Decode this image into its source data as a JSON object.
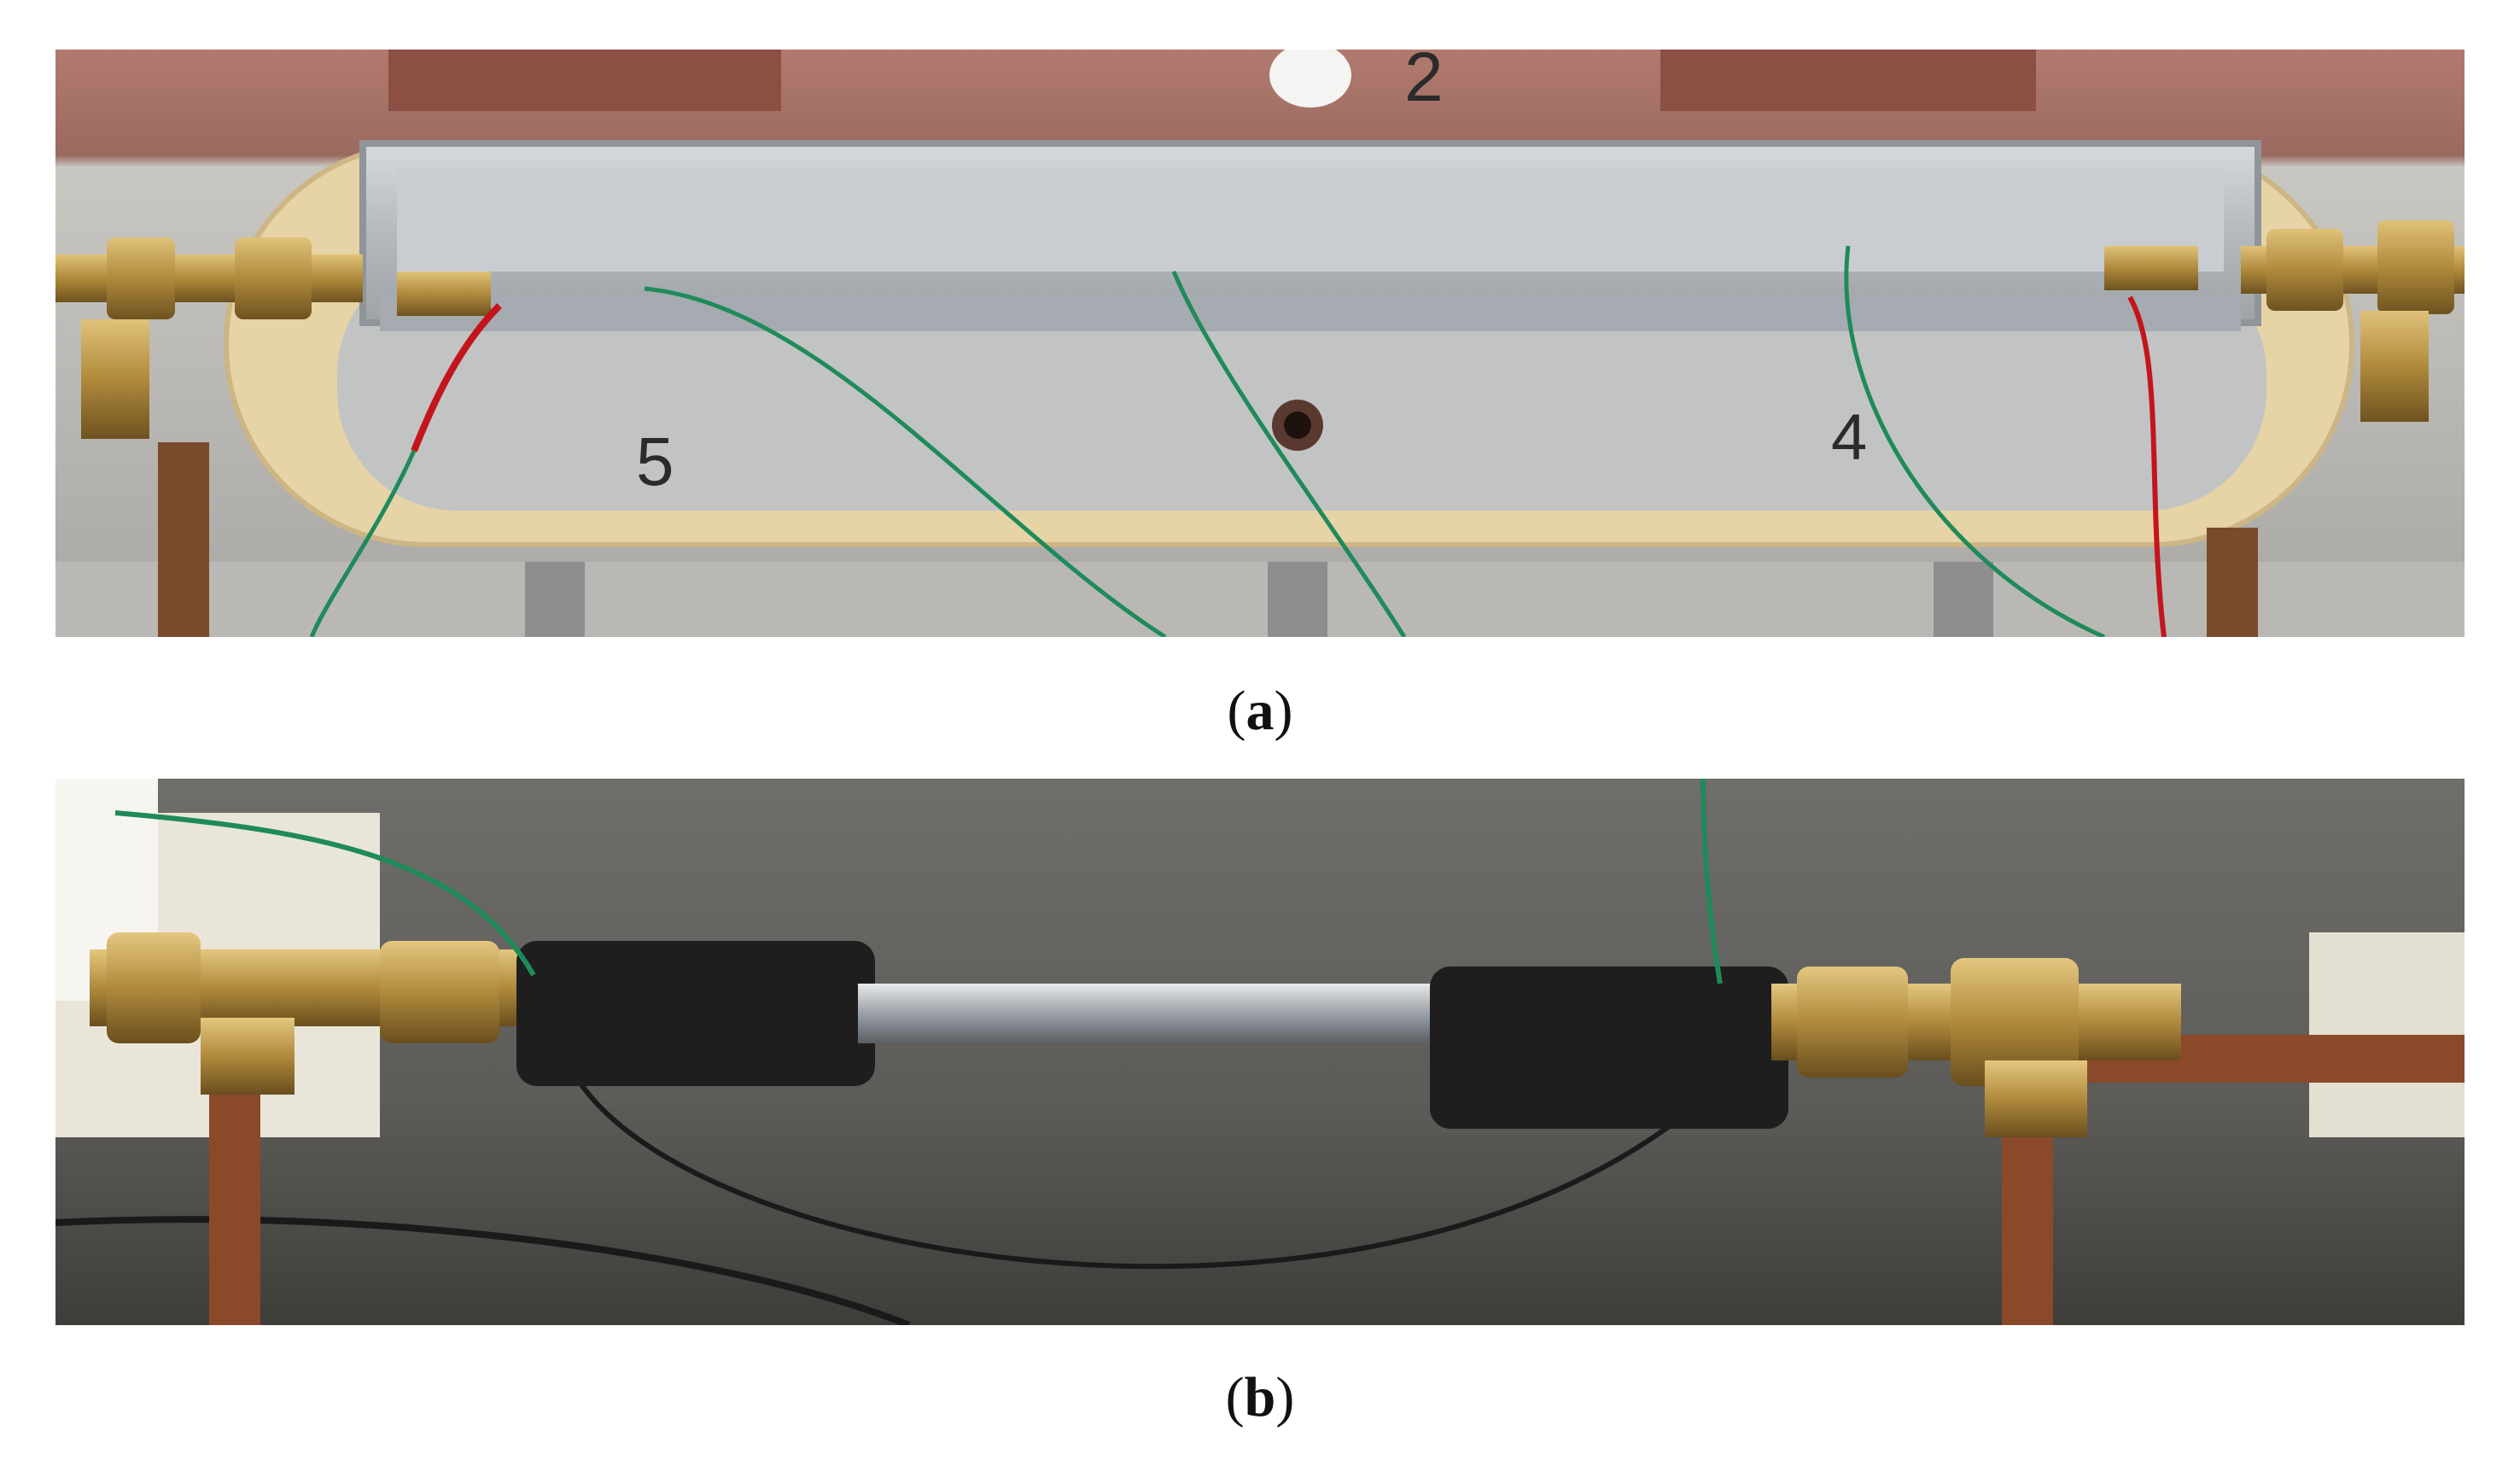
{
  "panel_a": {
    "marks": {
      "top": "2",
      "left": "5",
      "right": "4"
    },
    "caption": {
      "open": "(",
      "letter": "a",
      "close": ")"
    }
  },
  "panel_b": {
    "caption": {
      "open": "(",
      "letter": "b",
      "close": ")"
    }
  },
  "colors": {
    "brass": "#b08a3c",
    "aluminum": "#b9bec3",
    "foam_gasket": "#e6d3a6",
    "backdrop": "#b27a6e",
    "wire_green": "#1f8a5a",
    "wire_red": "#c4141c",
    "heat_shrink": "#1e1e1e",
    "copper_pipe": "#8a4a2a"
  }
}
